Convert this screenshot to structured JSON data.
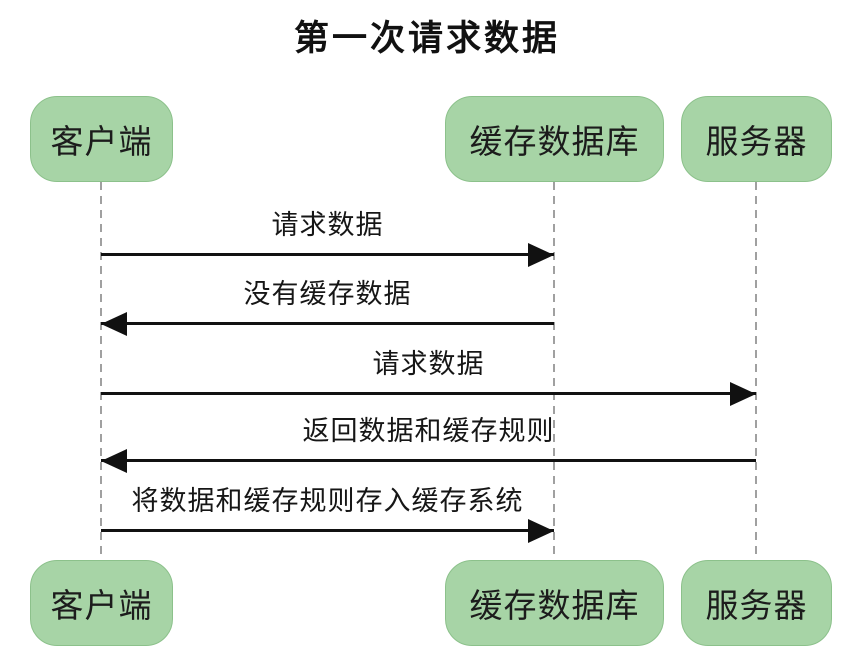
{
  "title": "第一次请求数据",
  "actors": [
    {
      "id": "client",
      "label": "客户端"
    },
    {
      "id": "cache_db",
      "label": "缓存数据库"
    },
    {
      "id": "server",
      "label": "服务器"
    }
  ],
  "messages": [
    {
      "from": "client",
      "to": "cache_db",
      "label": "请求数据",
      "arrow": "solid-right"
    },
    {
      "from": "cache_db",
      "to": "client",
      "label": "没有缓存数据",
      "arrow": "solid-left"
    },
    {
      "from": "client",
      "to": "server",
      "label": "请求数据",
      "arrow": "solid-right"
    },
    {
      "from": "server",
      "to": "client",
      "label": "返回数据和缓存规则",
      "arrow": "solid-left"
    },
    {
      "from": "client",
      "to": "cache_db",
      "label": "将数据和缓存规则存入缓存系统",
      "arrow": "solid-right"
    }
  ],
  "colors": {
    "actor_fill": "#a7d4a6",
    "actor_border": "#8cc18b",
    "lifeline": "#a0a0a0",
    "arrow": "#111111",
    "text": "#1a1a1a",
    "background": "#ffffff"
  }
}
